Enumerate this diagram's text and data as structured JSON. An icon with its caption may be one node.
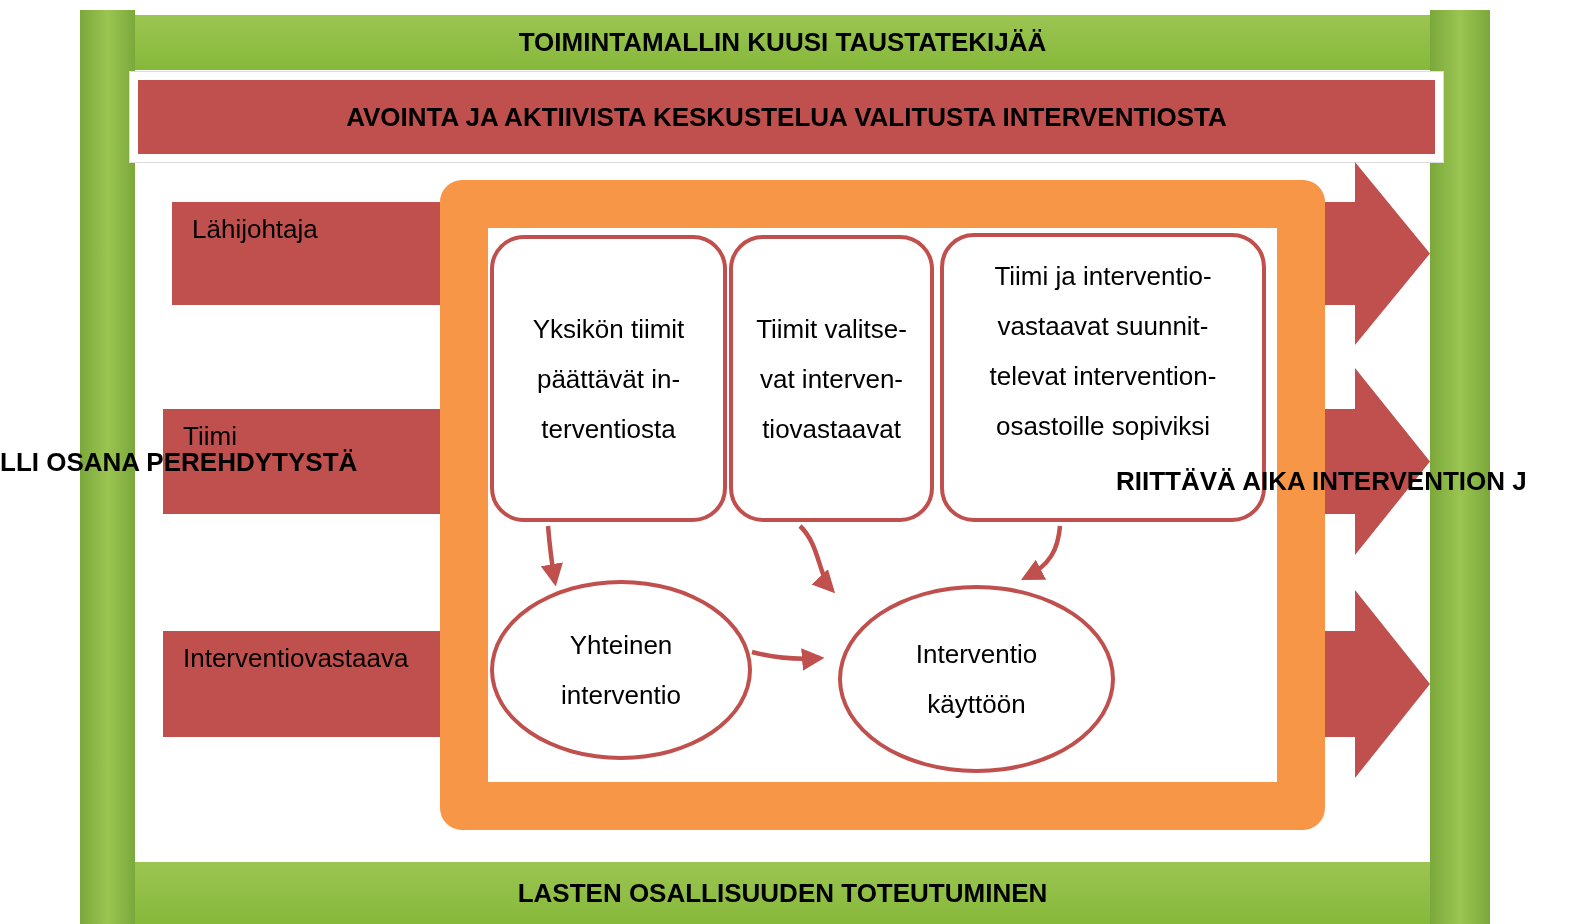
{
  "diagram": {
    "nodes": [
      {
        "text": [
          "TOIMINTAMALLIN KUUSI TAUSTATEKIJÄÄ"
        ]
      },
      {
        "text": [
          "AVOINTA JA AKTIIVISTA KESKUSTELUA VALITUSTA INTERVENTIOSTA"
        ]
      },
      {
        "text": [
          "LASTEN OSALLISUUDEN TOTEUTUMINEN"
        ]
      },
      {
        "text": [
          "Lähijohtaja"
        ]
      },
      {
        "text": [
          "Tiimi"
        ]
      },
      {
        "text": [
          "Interventiovastaava"
        ]
      },
      {
        "text": [],
        "shape": "box"
      },
      {
        "text": [
          "Yksikön tiimit päättävät in- terventiosta"
        ],
        "in": 6
      },
      {
        "text": [
          "Tiimit valitse- vat interven- tiovastaavat"
        ],
        "in": 6
      },
      {
        "text": [
          "Tiimi ja interventio- vastaavat suunnit- televat intervention- osastoille sopiviksi"
        ],
        "in": 6
      },
      {
        "text": [
          "Yhteinen interventio"
        ],
        "in": 6
      },
      {
        "text": [
          "Interventio käyttöön"
        ],
        "in": 6
      }
    ],
    "edges": [
      {
        "from": 7,
        "to": 10,
        "arrow": "to"
      },
      {
        "from": 8,
        "to": 11,
        "arrow": "to"
      },
      {
        "from": 9,
        "to": 11,
        "arrow": "to"
      },
      {
        "from": 10,
        "to": 11,
        "arrow": "to"
      }
    ],
    "labels": [
      "LLI OSANA PEREHDYTYSTÄ",
      "RIITTÄVÄ AIKA INTERVENTION J"
    ]
  }
}
